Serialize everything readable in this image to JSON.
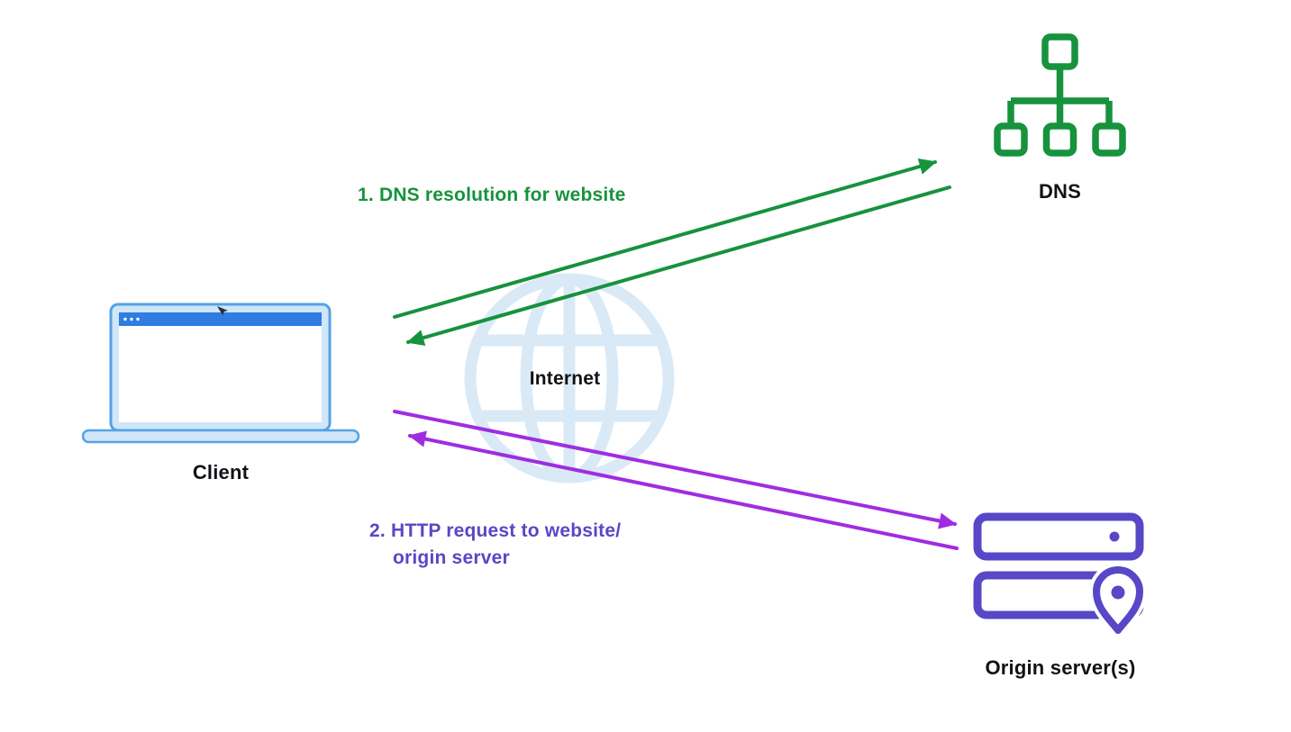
{
  "colors": {
    "green": "#17923d",
    "violet": "#a02ce2",
    "indigo": "#5847c6",
    "laptop-stroke": "#55a2e6",
    "laptop-fill": "#cfe7f8",
    "titlebar": "#2f7de2",
    "globe": "#d9eaf6",
    "ink": "#101216",
    "bg": "#ffffff"
  },
  "nodes": {
    "client": {
      "label": "Client"
    },
    "internet": {
      "label": "Internet"
    },
    "dns": {
      "label": "DNS"
    },
    "origin": {
      "label": "Origin server(s)"
    }
  },
  "flows": {
    "dns_resolution": {
      "label": "1. DNS resolution for website"
    },
    "http_request": {
      "line1": "2. HTTP request to website/",
      "line2": "origin server"
    }
  }
}
